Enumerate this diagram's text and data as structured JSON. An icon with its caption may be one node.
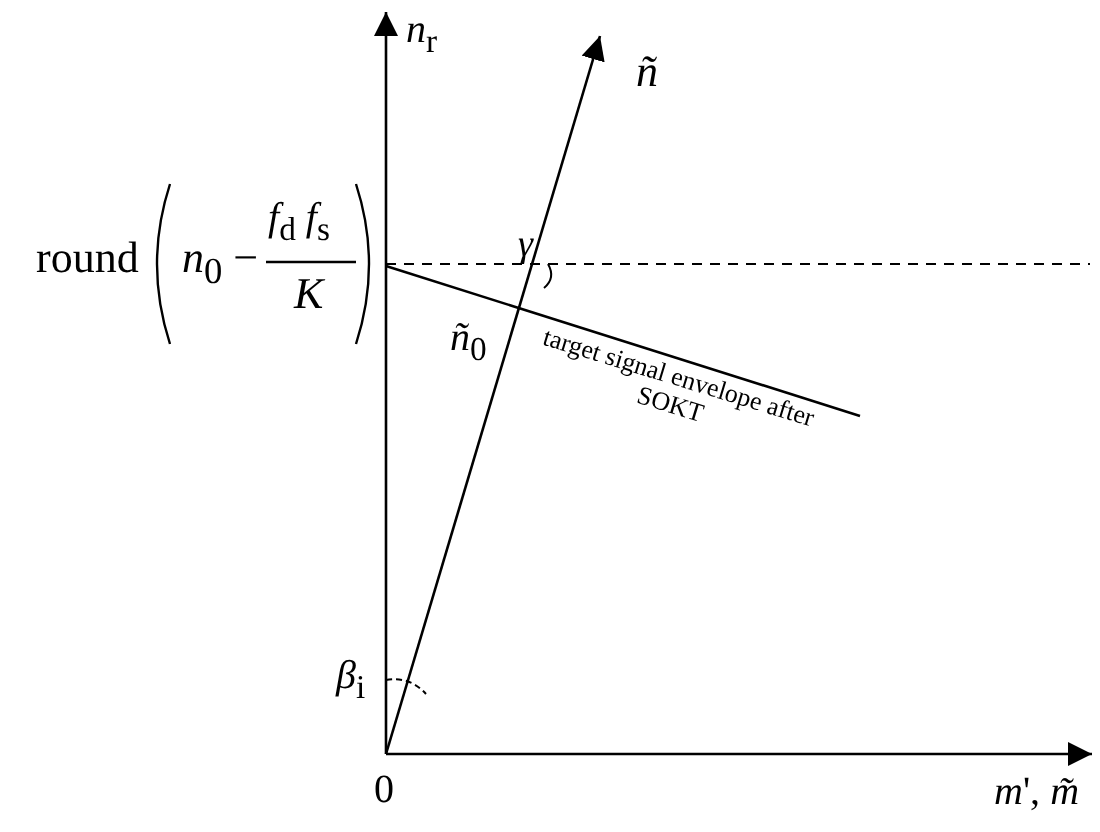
{
  "diagram": {
    "labels": [
      "*n*$_{r}$",
      "*ñ*",
      "round",
      "*n*$_{0}$ −",
      "*f*$_{d}$ *f*$_{s}$",
      "*K*",
      "γ",
      "target signal envelope after SOKT",
      "*ñ*$_{0}$",
      "*β*$_{i}$",
      "0",
      "*m*', *m̃*"
    ]
  }
}
